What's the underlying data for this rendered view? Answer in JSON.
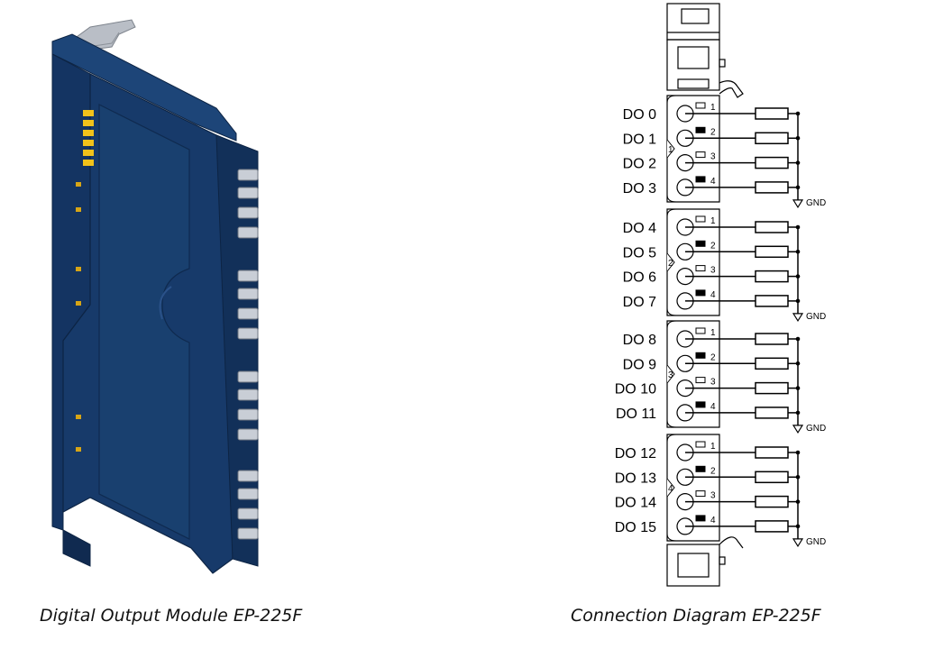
{
  "captions": {
    "module": "Digital Output Module EP-225F",
    "diagram": "Connection Diagram EP-225F"
  },
  "colors": {
    "module_body": "#173a6a",
    "module_dark": "#0f2a4f",
    "module_edge": "#2a5188",
    "led": "#f2c21a",
    "diagram_line": "#000000"
  },
  "diagram": {
    "groups": [
      {
        "id": "1",
        "channels": [
          {
            "label": "DO 0",
            "pin": "1"
          },
          {
            "label": "DO 1",
            "pin": "2"
          },
          {
            "label": "DO 2",
            "pin": "3"
          },
          {
            "label": "DO 3",
            "pin": "4"
          }
        ],
        "gnd": "GND"
      },
      {
        "id": "2",
        "channels": [
          {
            "label": "DO 4",
            "pin": "1"
          },
          {
            "label": "DO 5",
            "pin": "2"
          },
          {
            "label": "DO 6",
            "pin": "3"
          },
          {
            "label": "DO 7",
            "pin": "4"
          }
        ],
        "gnd": "GND"
      },
      {
        "id": "3",
        "channels": [
          {
            "label": "DO 8",
            "pin": "1"
          },
          {
            "label": "DO 9",
            "pin": "2"
          },
          {
            "label": "DO 10",
            "pin": "3"
          },
          {
            "label": "DO 11",
            "pin": "4"
          }
        ],
        "gnd": "GND"
      },
      {
        "id": "4",
        "channels": [
          {
            "label": "DO 12",
            "pin": "1"
          },
          {
            "label": "DO 13",
            "pin": "2"
          },
          {
            "label": "DO 14",
            "pin": "3"
          },
          {
            "label": "DO 15",
            "pin": "4"
          }
        ],
        "gnd": "GND"
      }
    ]
  }
}
